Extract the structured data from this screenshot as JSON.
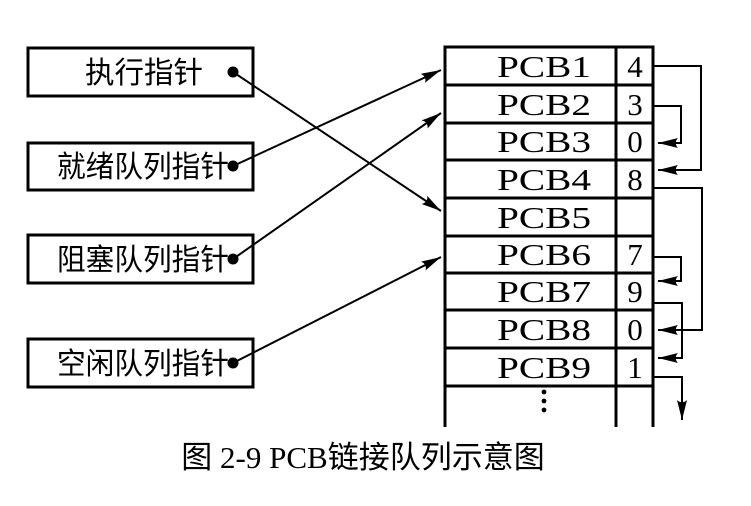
{
  "diagram": {
    "title_caption": "图 2-9  PCB链接队列示意图",
    "pointers": [
      {
        "label": "执行指针",
        "meaning": "execution pointer",
        "points_to": "PCB5"
      },
      {
        "label": "就绪队列指针",
        "meaning": "ready queue pointer",
        "points_to": "PCB1"
      },
      {
        "label": "阻塞队列指针",
        "meaning": "blocked queue pointer",
        "points_to": "PCB2"
      },
      {
        "label": "空闲队列指针",
        "meaning": "idle queue pointer",
        "points_to": "PCB6"
      }
    ],
    "table": {
      "rows": [
        {
          "name": "PCB1",
          "next": "4"
        },
        {
          "name": "PCB2",
          "next": "3"
        },
        {
          "name": "PCB3",
          "next": "0"
        },
        {
          "name": "PCB4",
          "next": "8"
        },
        {
          "name": "PCB5",
          "next": ""
        },
        {
          "name": "PCB6",
          "next": "7"
        },
        {
          "name": "PCB7",
          "next": "9"
        },
        {
          "name": "PCB8",
          "next": "0"
        },
        {
          "name": "PCB9",
          "next": "1"
        }
      ],
      "ellipsis": "⋮"
    },
    "queue_links": [
      {
        "from": "PCB1",
        "to": "PCB4"
      },
      {
        "from": "PCB2",
        "to": "PCB3"
      },
      {
        "from": "PCB4",
        "to": "PCB8"
      },
      {
        "from": "PCB6",
        "to": "PCB7"
      },
      {
        "from": "PCB7",
        "to": "PCB9"
      },
      {
        "from": "PCB9",
        "to": "continues-below"
      }
    ]
  },
  "colors": {
    "ink": "#000000",
    "background": "#ffffff"
  }
}
